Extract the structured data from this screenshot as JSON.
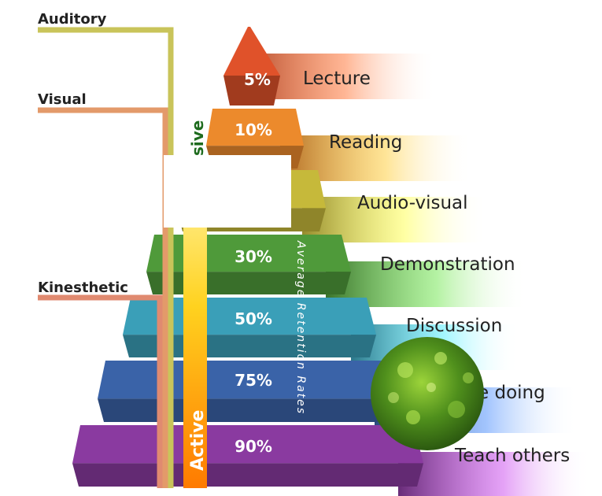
{
  "side_labels": {
    "auditory": "Auditory",
    "visual": "Visual",
    "kinesthetic": "Kinesthetic"
  },
  "passive_label": "sive",
  "active_label": "Active",
  "axis_label": "Average Retention Rates",
  "levels": [
    {
      "percent": "5%",
      "label": "Lecture",
      "color": "#e0522a"
    },
    {
      "percent": "10%",
      "label": "Reading",
      "color": "#ec8a2c"
    },
    {
      "percent": "",
      "label": "Audio-visual",
      "color": "#c6b93a"
    },
    {
      "percent": "30%",
      "label": "Demonstration",
      "color": "#4f9a3a"
    },
    {
      "percent": "50%",
      "label": "Discussion",
      "color": "#3a9fb8"
    },
    {
      "percent": "75%",
      "label": "ice doing",
      "color": "#3a63a8"
    },
    {
      "percent": "90%",
      "label": "Teach others",
      "color": "#8a3aa0"
    }
  ]
}
